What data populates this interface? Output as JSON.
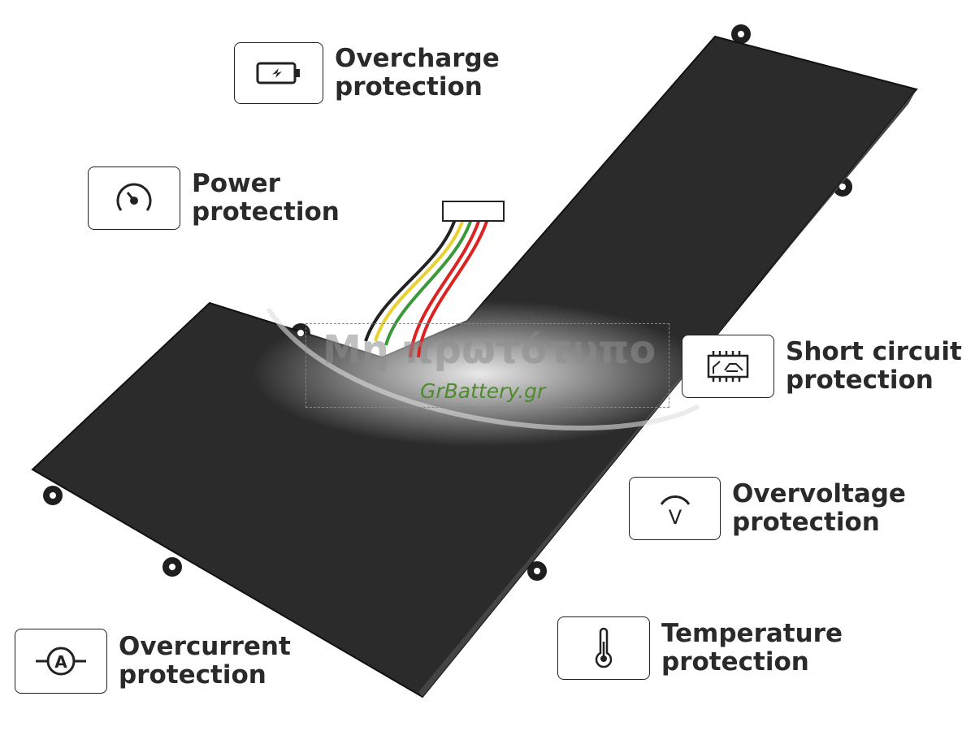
{
  "features": [
    {
      "icon": "battery-charge-icon",
      "line1": "Overcharge",
      "line2": "protection"
    },
    {
      "icon": "gauge-icon",
      "line1": "Power",
      "line2": "protection"
    },
    {
      "icon": "circuit-chip-icon",
      "line1": "Short circuit",
      "line2": "protection"
    },
    {
      "icon": "voltage-icon",
      "line1": "Overvoltage",
      "line2": "protection"
    },
    {
      "icon": "thermometer-icon",
      "line1": "Temperature",
      "line2": "protection"
    },
    {
      "icon": "ammeter-icon",
      "line1": "Overcurrent",
      "line2": "protection"
    }
  ],
  "watermark": {
    "text": "Μη πρωτότυπο",
    "brand": "GrBattery.gr"
  },
  "colors": {
    "battery": "#2b2b2b",
    "text": "#2a2a2a",
    "brand": "#4e8a2e"
  }
}
